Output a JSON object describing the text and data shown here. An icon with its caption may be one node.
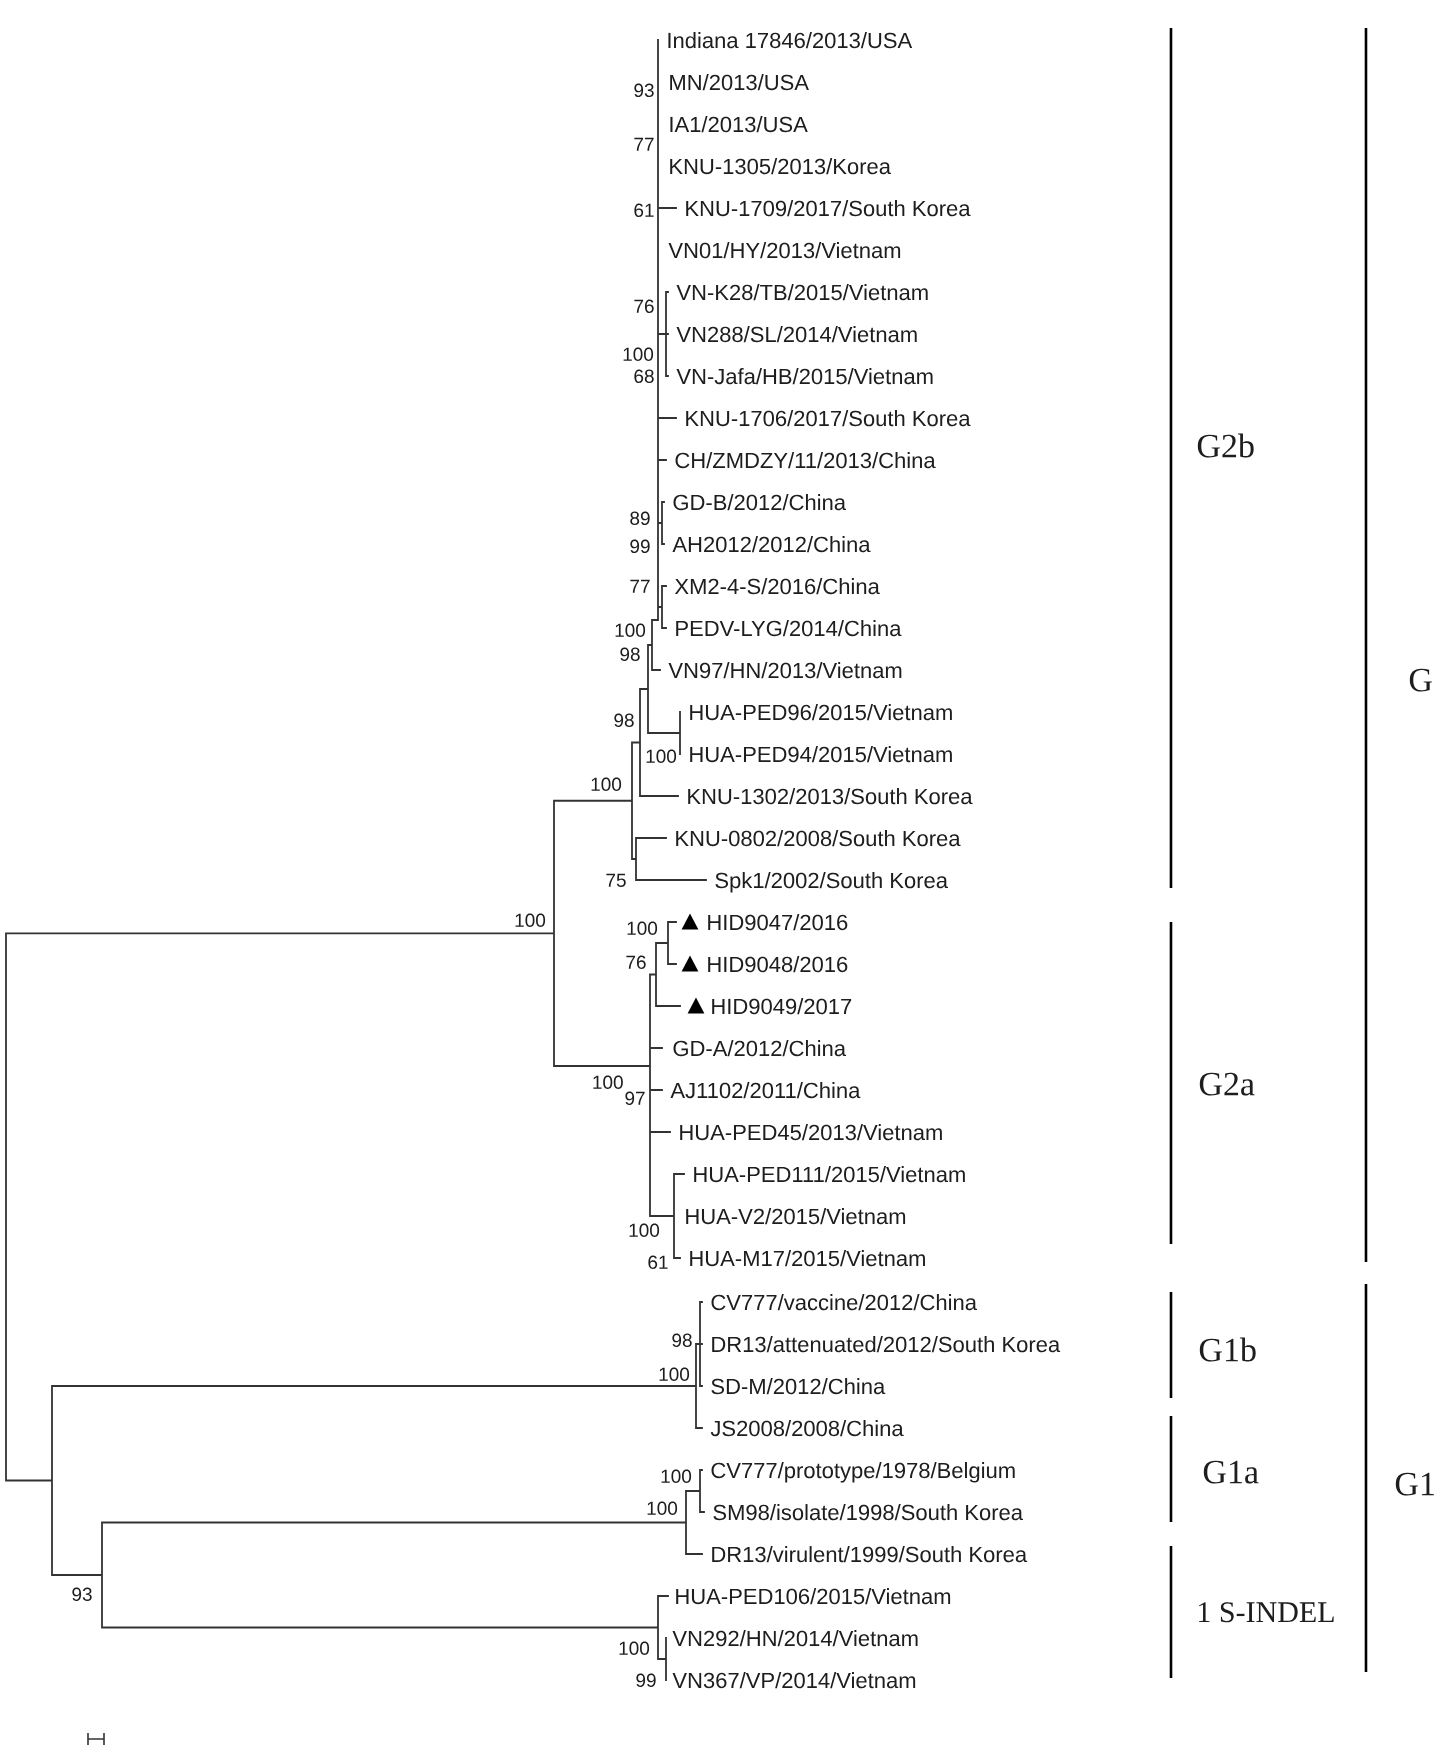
{
  "diagram": {
    "labels": [
      "Indiana 17846/2013/USA",
      "93",
      "MN/2013/USA",
      "77",
      "IA1/2013/USA",
      "KNU-1305/2013/Korea",
      "61",
      "KNU-1709/2017/South Korea",
      "VN01/HY/2013/Vietnam",
      "76",
      "VN-K28/TB/2015/Vietnam",
      "100",
      "VN288/SL/2014/Vietnam",
      "68",
      "VN-Jafa/HB/2015/Vietnam",
      "KNU-1706/2017/South Korea",
      "CH/ZMDZY/11/2013/China",
      "G2b",
      "89",
      "GD-B/2012/China",
      "99",
      "AH2012/2012/China",
      "77",
      "XM2-4-S/2016/China",
      "100",
      "PEDV-LYG/2014/China",
      "98",
      "VN97/HN/2013/Vietnam",
      "G",
      "98",
      "HUA-PED96/2015/Vietnam",
      "100",
      "HUA-PED94/2015/Vietnam",
      "100",
      "KNU-1302/2013/South Korea",
      "KNU-0802/2008/South Korea",
      "75",
      "Spk1/2002/South Korea",
      "100",
      "100",
      "HID9047/2016",
      "76",
      "HID9048/2016",
      "HID9049/2017",
      "GD-A/2012/China",
      "100",
      "97",
      "AJ1102/2011/China",
      "G2a",
      "HUA-PED45/2013/Vietnam",
      "HUA-PED111/2015/Vietnam",
      "100",
      "HUA-V2/2015/Vietnam",
      "61",
      "HUA-M17/2015/Vietnam",
      "CV777/vaccine/2012/China",
      "98",
      "DR13/attenuated/2012/South Korea",
      "G1b",
      "100",
      "SD-M/2012/China",
      "JS2008/2008/China",
      "100",
      "CV777/prototype/1978/Belgium",
      "G1a",
      "G1",
      "100",
      "SM98/isolate/1998/South Korea",
      "DR13/virulent/1999/South Korea",
      "93",
      "HUA-PED106/2015/Vietnam",
      "1 S-INDEL",
      "100",
      "VN292/HN/2014/Vietnam",
      "99",
      "VN367/VP/2014/Vietnam"
    ]
  }
}
